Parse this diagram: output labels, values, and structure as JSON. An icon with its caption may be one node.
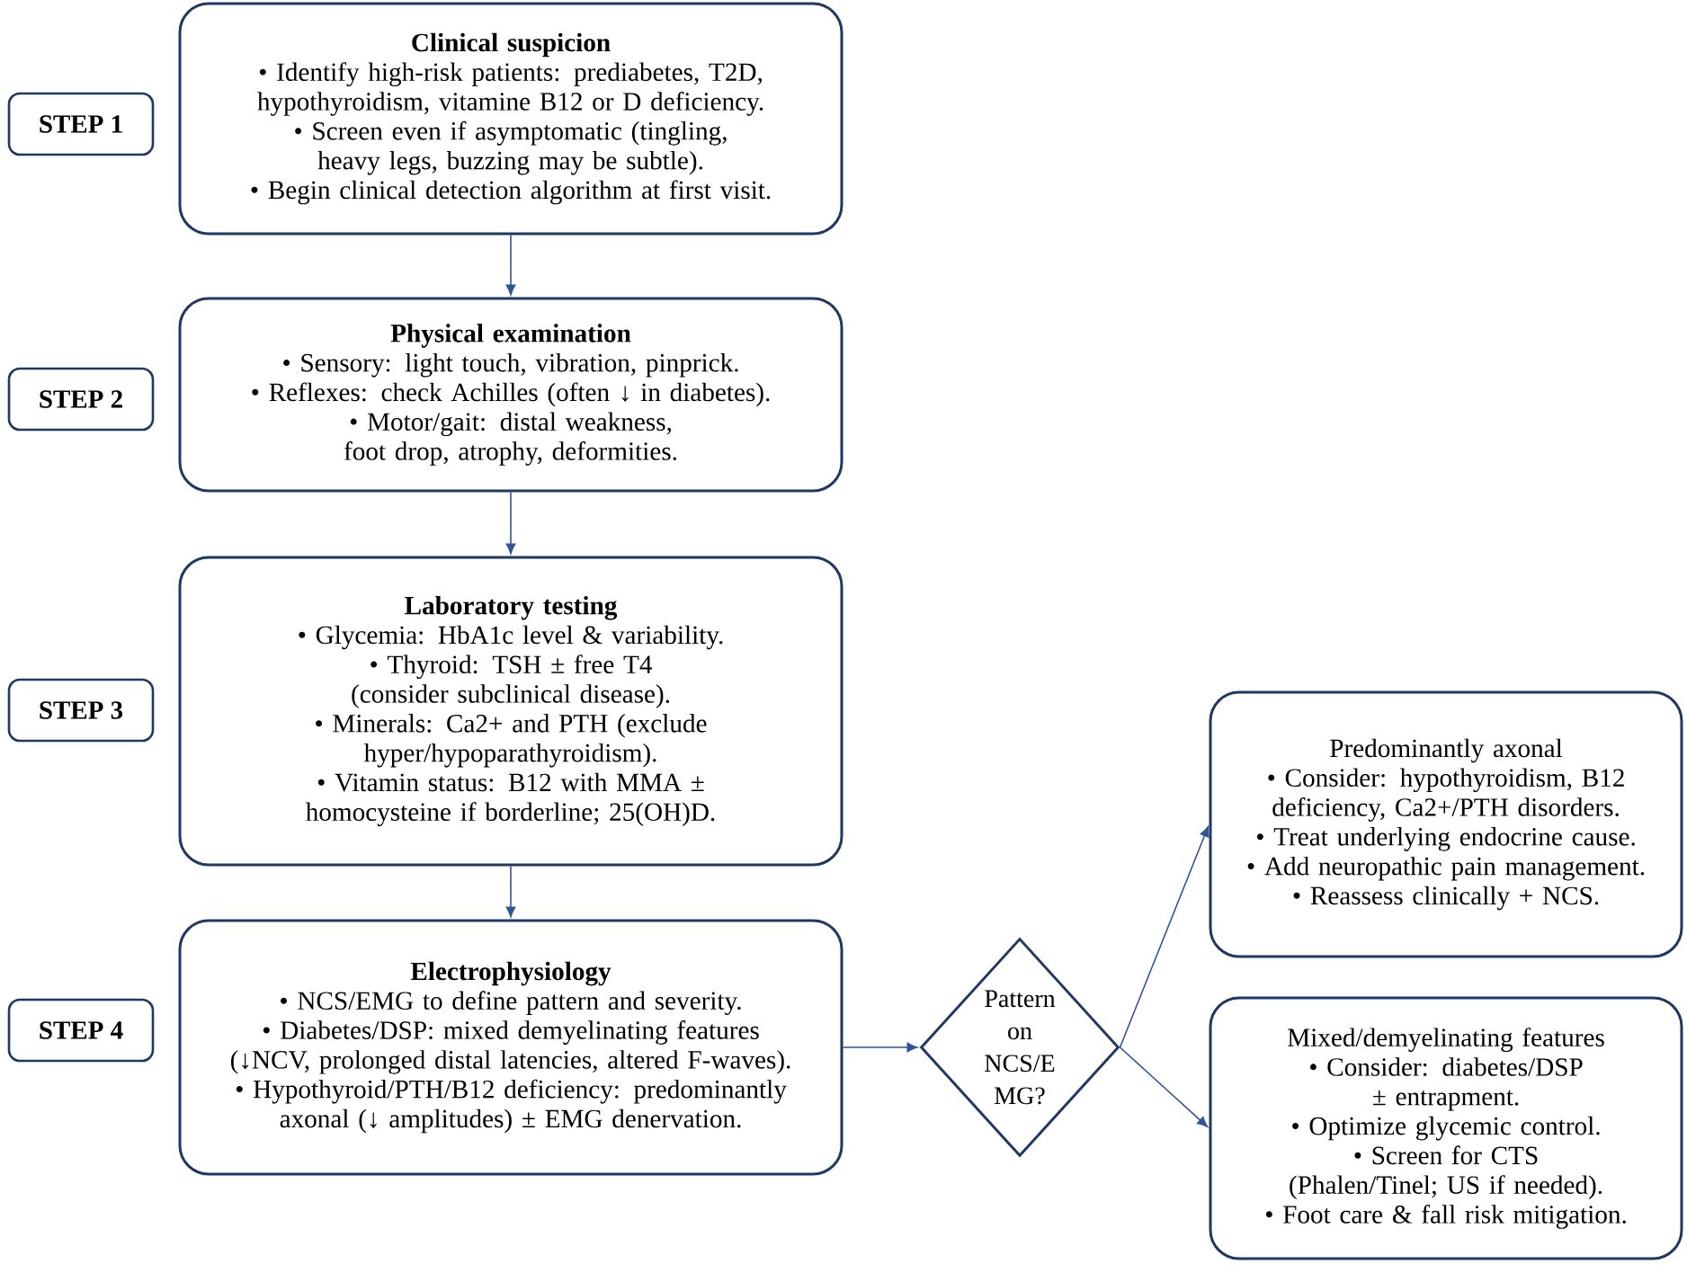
{
  "diagram": {
    "nodes": [
      {
        "text": [
          "STEP 1"
        ]
      },
      {
        "text": [
          "STEP 2"
        ]
      },
      {
        "text": [
          "STEP 3"
        ]
      },
      {
        "text": [
          "STEP 4"
        ]
      },
      {
        "text": [
          "Clinical suspicion",
          "• Identify high-risk patients: prediabetes, T2D, hypothyroidism, vitamine B12 or D deficiency.",
          "• Screen even if asymptomatic (tingling, heavy legs, buzzing may be subtle).",
          "• Begin clinical detection algorithm at first visit."
        ]
      },
      {
        "text": [
          "Physical examination",
          "• Sensory: light touch, vibration, pinprick.",
          "• Reflexes: check Achilles (often ↓ in diabetes).",
          "• Motor/gait: distal weakness, foot drop, atrophy, deformities."
        ]
      },
      {
        "text": [
          "Laboratory testing",
          "• Glycemia: HbA1c level & variability.",
          "• Thyroid: TSH ± free T4 (consider subclinical disease).",
          "• Minerals: Ca2+ and PTH (exclude hyper/hypoparathyroidism).",
          "• Vitamin status: B12 with MMA ± homocysteine if borderline; 25(OH)D."
        ]
      },
      {
        "text": [
          "Electrophysiology",
          "• NCS/EMG to define pattern and severity.",
          "• Diabetes/DSP: mixed demyelinating features (↓NCV, prolonged distal latencies, altered F-waves).",
          "• Hypothyroid/PTH/B12 deficiency: predominantly axonal (↓ amplitudes) ± EMG denervation."
        ]
      },
      {
        "text": [
          "Pattern on NCS/E MG?"
        ]
      },
      {
        "text": [
          "Predominantly axonal",
          "• Consider: hypothyroidism, B12 deficiency, Ca2+/PTH disorders.",
          "• Treat underlying endocrine cause.",
          "• Add neuropathic pain management.",
          "• Reassess clinically + NCS."
        ]
      },
      {
        "text": [
          "Mixed/demyelinating features",
          "• Consider: diabetes/DSP ± entrapment.",
          "• Optimize glycemic control.",
          "• Screen for CTS (Phalen/Tinel; US if needed).",
          "• Foot care & fall risk mitigation."
        ]
      }
    ],
    "edges": [
      {
        "from": 4,
        "to": 5,
        "arrow": "to"
      },
      {
        "from": 5,
        "to": 6,
        "arrow": "to"
      },
      {
        "from": 6,
        "to": 7,
        "arrow": "to"
      },
      {
        "from": 7,
        "to": 8,
        "arrow": "to"
      },
      {
        "from": 8,
        "to": 9,
        "arrow": "to"
      },
      {
        "from": 8,
        "to": 10,
        "arrow": "to"
      }
    ]
  }
}
